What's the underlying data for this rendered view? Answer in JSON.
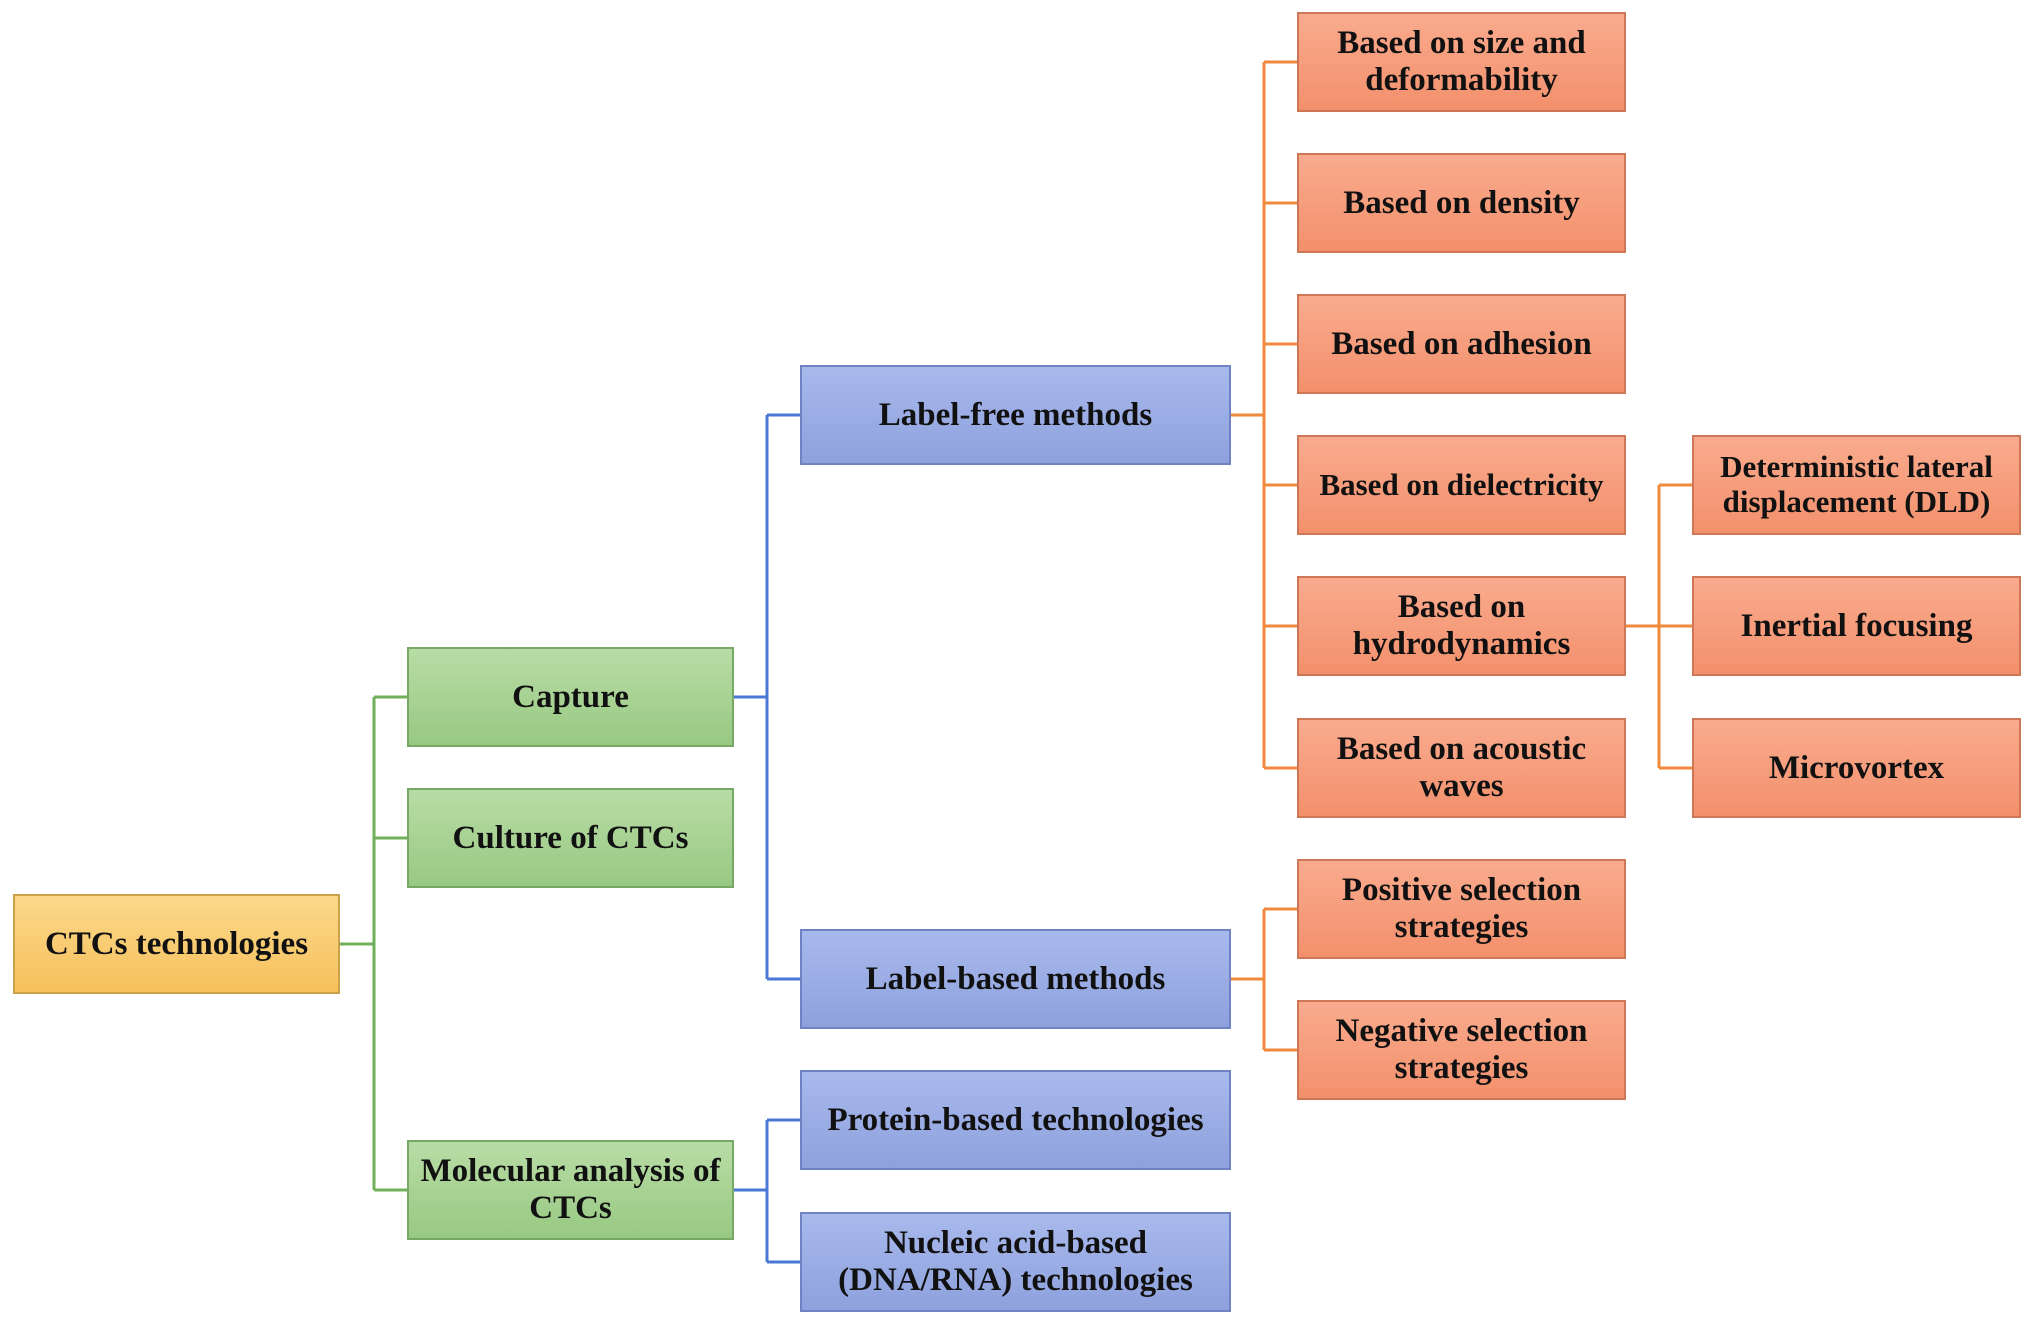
{
  "nodes": {
    "root": "CTCs technologies",
    "capture": "Capture",
    "culture": "Culture of CTCs",
    "molecular": "Molecular analysis of CTCs",
    "label_free": "Label-free methods",
    "label_based": "Label-based methods",
    "protein": "Protein-based technologies",
    "nucleic": "Nucleic acid-based (DNA/RNA) technologies",
    "size": "Based on size and deformability",
    "density": "Based on density",
    "adhesion": "Based on adhesion",
    "dielectricity": "Based on dielectricity",
    "hydrodynamics": "Based on hydrodynamics",
    "acoustic": "Based on acoustic waves",
    "positive": "Positive selection strategies",
    "negative": "Negative selection strategies",
    "dld": "Deterministic lateral displacement (DLD)",
    "inertial": "Inertial focusing",
    "microvortex": "Microvortex"
  },
  "colors": {
    "root_fill": "#f7c15c",
    "level1_fill": "#98c982",
    "level2_fill": "#8ea1dd",
    "level3_fill": "#f3906c",
    "level1_line": "#70b05a",
    "level2_line": "#4a78d6",
    "level3_line": "#f08a3c"
  }
}
